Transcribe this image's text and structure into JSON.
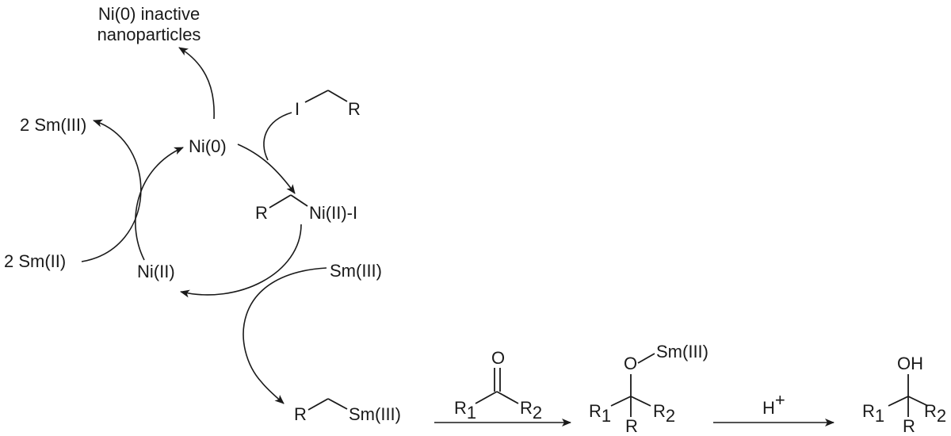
{
  "labels": {
    "ni0_inactive_line1": "Ni(0) inactive",
    "ni0_inactive_line2": "nanoparticles",
    "two_sm_iii": "2 Sm(III)",
    "two_sm_ii": "2 Sm(II)",
    "ni0": "Ni(0)",
    "ni_ii": "Ni(II)",
    "alkyl_nickel": "Ni(II)-I",
    "sm_iii_reagent": "Sm(III)",
    "alkyl_iodide_i": "I",
    "alkyl_iodide_r": "R",
    "alkyl_nickel_r": "R",
    "organosamarium_r": "R",
    "organosamarium_sm": "Sm(III)"
  },
  "ketone": {
    "oxygen": "O",
    "r1": "R",
    "r1_sub": "1",
    "r2": "R",
    "r2_sub": "2"
  },
  "alkoxide": {
    "oxygen": "O",
    "metal": "Sm(III)",
    "r1": "R",
    "r1_sub": "1",
    "r2": "R",
    "r2_sub": "2",
    "r": "R"
  },
  "reagent": {
    "h": "H",
    "h_sup": "+"
  },
  "alcohol": {
    "oh": "OH",
    "r1": "R",
    "r1_sub": "1",
    "r2": "R",
    "r2_sub": "2",
    "r": "R"
  }
}
